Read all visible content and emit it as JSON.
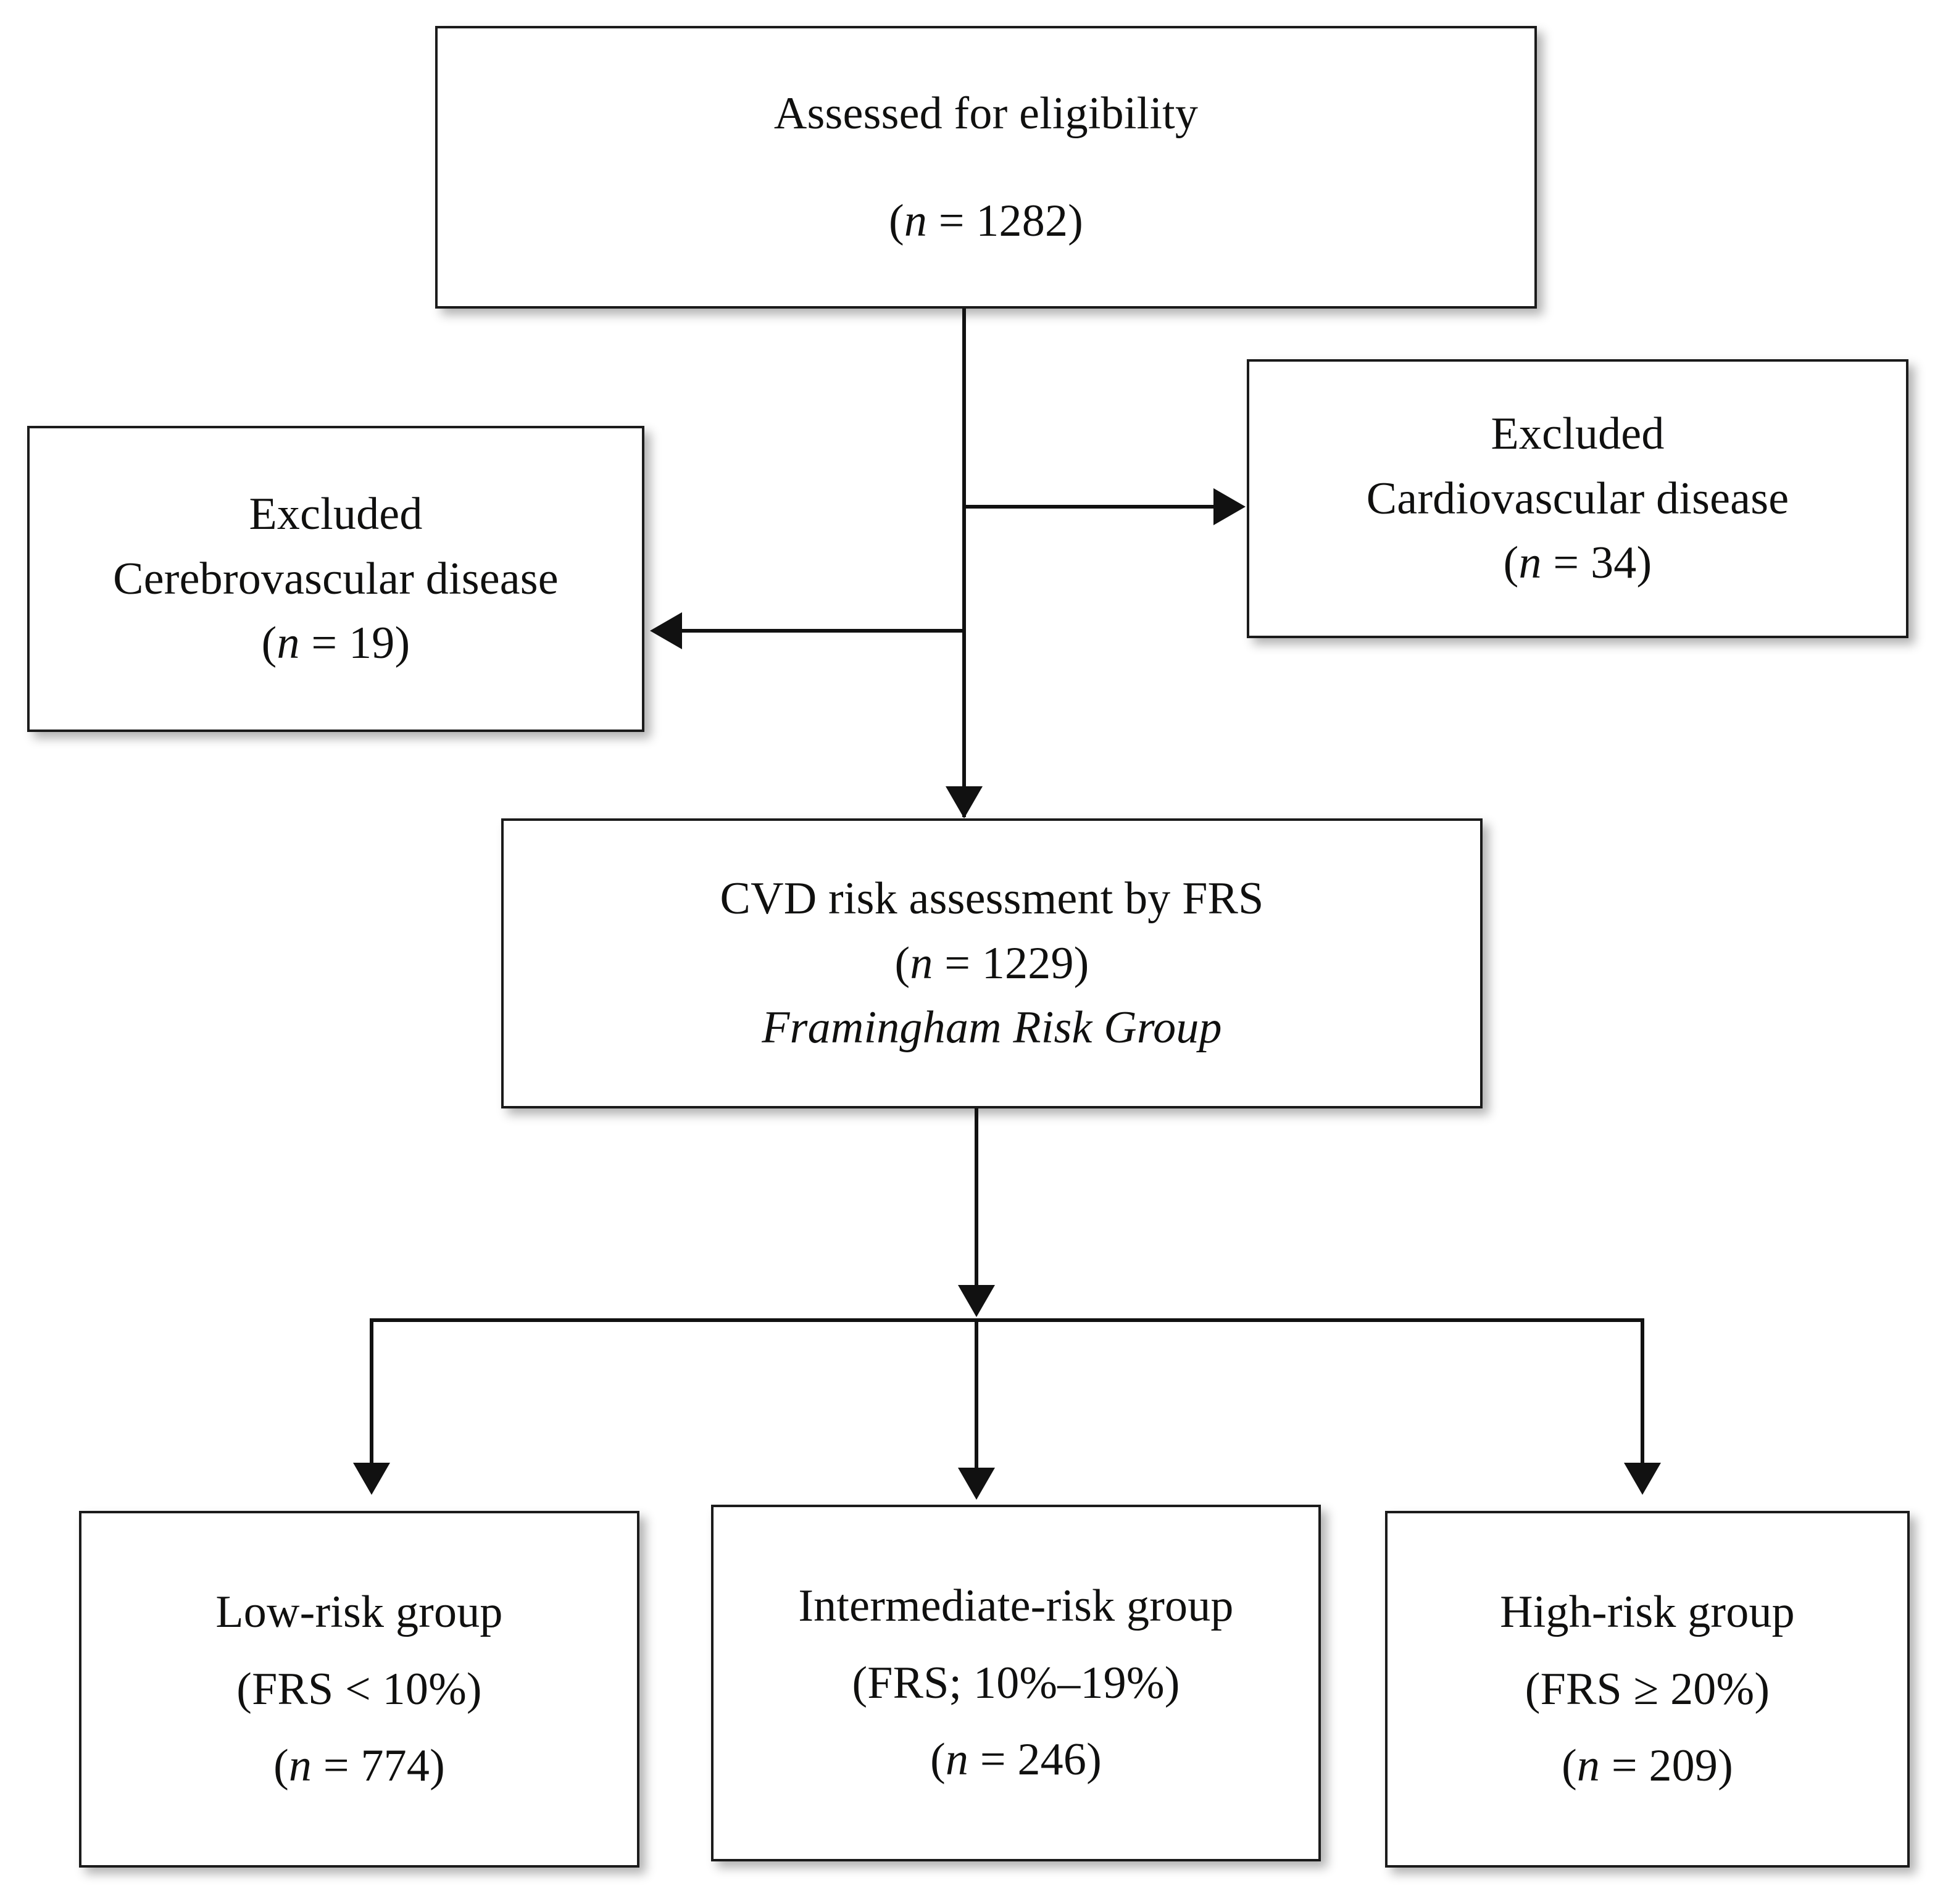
{
  "diagram": {
    "type": "flowchart",
    "title": "CVD risk assessment participant flow (PRISMA-style)",
    "nodes": {
      "assessed": {
        "label": "assessed-for-eligibility",
        "line1": "Assessed for eligibility",
        "n_prefix": "(",
        "n_symbol": "n",
        "n_equals": " = ",
        "n_value": "1282",
        "n_suffix": ")"
      },
      "excluded_cerebro": {
        "label": "excluded-cerebrovascular-disease",
        "line1": "Excluded",
        "line2": "Cerebrovascular disease",
        "n_prefix": "(",
        "n_symbol": "n",
        "n_equals": " = ",
        "n_value": "19",
        "n_suffix": ")"
      },
      "excluded_cardio": {
        "label": "excluded-cardiovascular-disease",
        "line1": "Excluded",
        "line2": "Cardiovascular disease",
        "n_prefix": "(",
        "n_symbol": "n",
        "n_equals": " = ",
        "n_value": "34",
        "n_suffix": ")"
      },
      "frs_assessment": {
        "label": "cvd-risk-assessment-by-frs",
        "line1": "CVD risk assessment by FRS",
        "n_prefix": "(",
        "n_symbol": "n",
        "n_equals": " = ",
        "n_value": "1229",
        "n_suffix": ")",
        "line3": "Framingham Risk Group"
      },
      "low_risk": {
        "label": "low-risk-group",
        "line1": "Low-risk group",
        "criteria": "(FRS < 10%)",
        "n_prefix": "(",
        "n_symbol": "n",
        "n_equals": " = ",
        "n_value": "774",
        "n_suffix": ")"
      },
      "intermediate_risk": {
        "label": "intermediate-risk-group",
        "line1": "Intermediate-risk group",
        "criteria": "(FRS; 10%–19%)",
        "n_prefix": "(",
        "n_symbol": "n",
        "n_equals": " = ",
        "n_value": "246",
        "n_suffix": ")"
      },
      "high_risk": {
        "label": "high-risk-group",
        "line1": "High-risk group",
        "criteria": "(FRS ≥ 20%)",
        "n_prefix": "(",
        "n_symbol": "n",
        "n_equals": " = ",
        "n_value": "209",
        "n_suffix": ")"
      }
    },
    "edges": [
      {
        "from": "assessed",
        "to": "excluded_cardio",
        "direction": "right"
      },
      {
        "from": "assessed",
        "to": "excluded_cerebro",
        "direction": "left"
      },
      {
        "from": "assessed",
        "to": "frs_assessment",
        "direction": "down"
      },
      {
        "from": "frs_assessment",
        "to": "low_risk",
        "direction": "down"
      },
      {
        "from": "frs_assessment",
        "to": "intermediate_risk",
        "direction": "down"
      },
      {
        "from": "frs_assessment",
        "to": "high_risk",
        "direction": "down"
      }
    ],
    "colors": {
      "line": "#111111",
      "box_border": "#1b1b1b",
      "box_fill": "#ffffff",
      "text": "#10100f"
    }
  }
}
